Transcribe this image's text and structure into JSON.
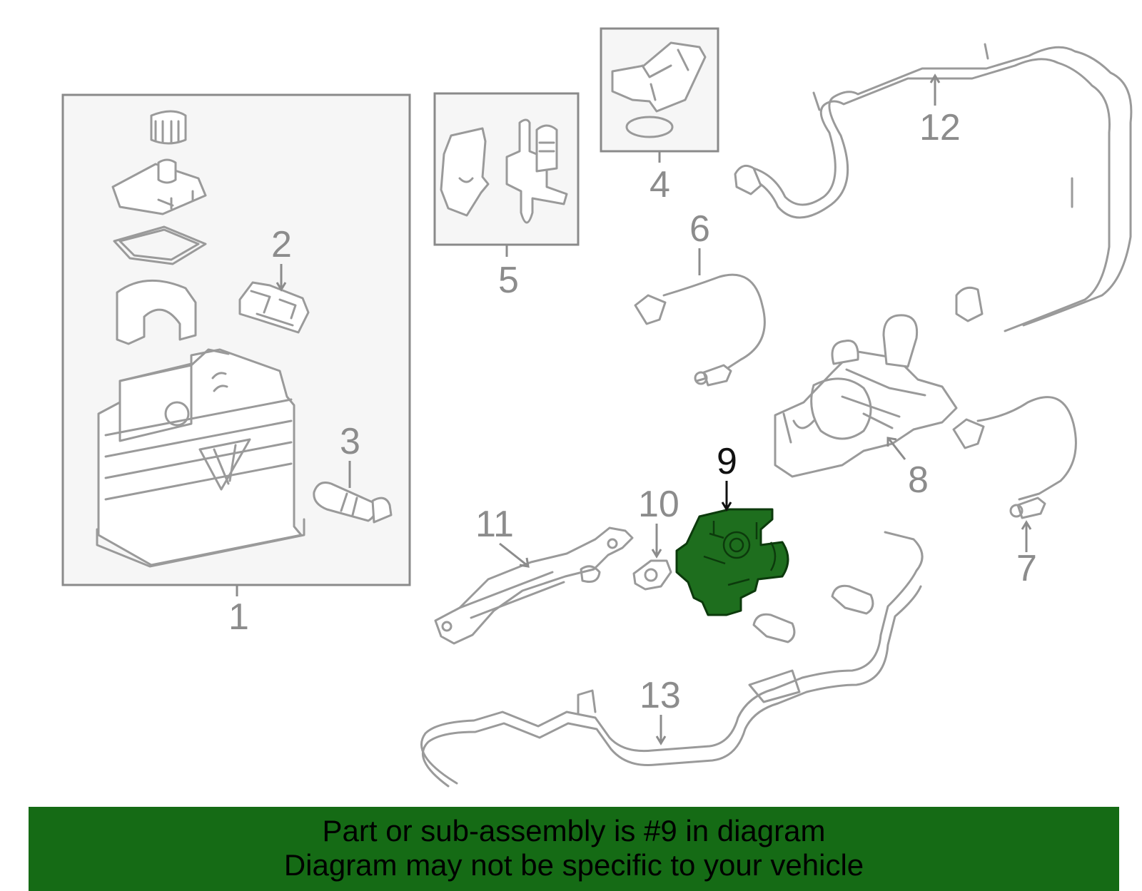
{
  "callouts": {
    "c1": "1",
    "c2": "2",
    "c3": "3",
    "c4": "4",
    "c5": "5",
    "c6": "6",
    "c7": "7",
    "c8": "8",
    "c9": "9",
    "c10": "10",
    "c11": "11",
    "c12": "12",
    "c13": "13"
  },
  "highlighted_part": "9",
  "colors": {
    "highlight": "#1e6e1e",
    "banner": "#156b15",
    "line_art": "#9a9a9a"
  },
  "banner": {
    "line1": "Part or sub-assembly is #9 in diagram",
    "line2": "Diagram may not be specific to your vehicle"
  }
}
